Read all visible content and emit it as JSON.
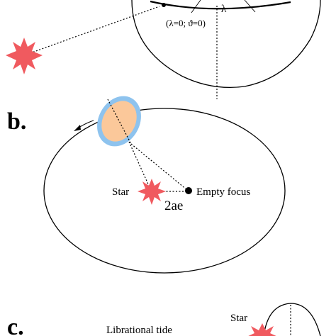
{
  "panels": {
    "a": {
      "coord_label": "(λ=0; ϑ=0)",
      "lambda_symbol": "λ"
    },
    "b": {
      "panel_label": "b.",
      "star_label": "Star",
      "empty_focus_label": "Empty focus",
      "separation_label": "2ae"
    },
    "c": {
      "panel_label": "c.",
      "tide_label": "Librational tide",
      "star_label": "Star"
    }
  },
  "colors": {
    "star": "#f05a5f",
    "planet_fill": "#fbc89a",
    "planet_halo": "#8ec3ee",
    "line": "#000000"
  }
}
